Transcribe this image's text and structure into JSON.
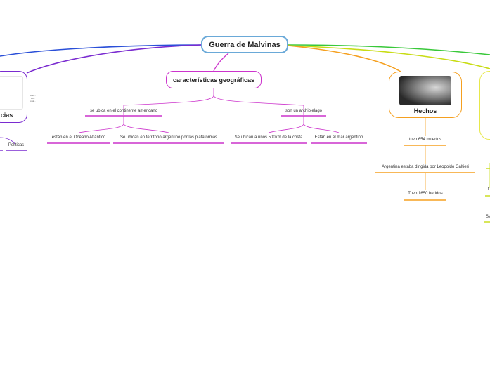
{
  "root": {
    "label": "Guerra de Malvinas"
  },
  "geografia": {
    "label": "características geográficas",
    "branches": [
      {
        "label": "se ubica en el continente americano",
        "children": [
          "están en el  Océano Atlántico",
          "Se ubican en territorio argentino por las plataformas"
        ]
      },
      {
        "label": "son un archipielago",
        "children": [
          "Se ubican a unos 500km de la costa",
          "Están en el mar argentino"
        ]
      }
    ]
  },
  "hechos": {
    "label": "Hechos",
    "items": [
      "tuvo 654 muertos",
      "Argentina estaba dirigida por Leopoldo Galtieri",
      "Tuvo 1650 heridos"
    ]
  },
  "left_branch": {
    "label": "cias",
    "children": [
      "Politicas"
    ],
    "side_note": "Ofici... Lo... prof..."
  },
  "right_branch": {
    "partial_labels": [
      "t",
      "Se"
    ]
  },
  "colors": {
    "root_border": "#6aa9d8",
    "geo": "#cc33cc",
    "hechos": "#f5a020",
    "left": "#7a2bd0",
    "right": "#c8dc14",
    "blue_line": "#2a4fd8",
    "green_line": "#39c83a"
  }
}
